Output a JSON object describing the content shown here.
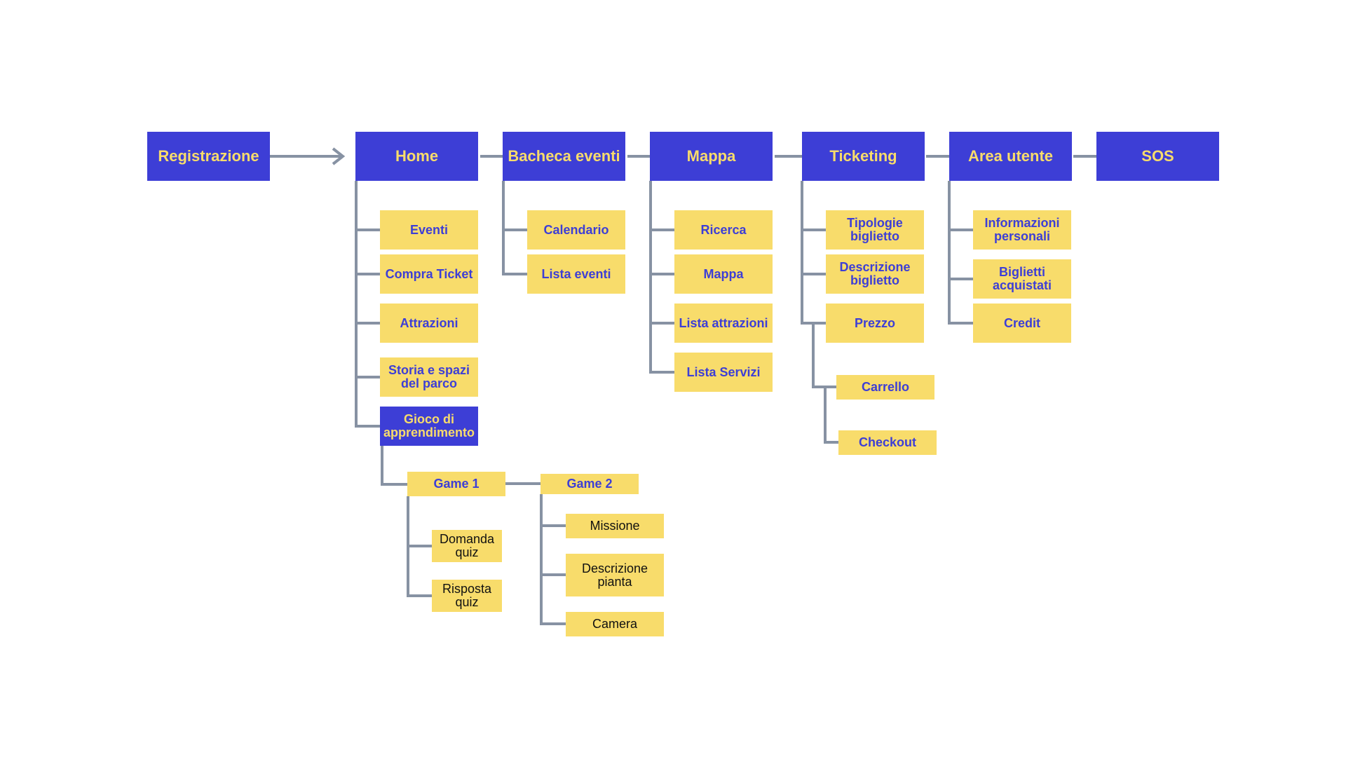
{
  "colors": {
    "primary": "#3d3ed6",
    "accent": "#f8dc6b",
    "connector": "#8792a3"
  },
  "nodes": {
    "registrazione": "Registrazione",
    "home": "Home",
    "bacheca": "Bacheca eventi",
    "mappa": "Mappa",
    "ticketing": "Ticketing",
    "area_utente": "Area utente",
    "sos": "SOS",
    "eventi": "Eventi",
    "compra_ticket": "Compra Ticket",
    "attrazioni": "Attrazioni",
    "storia": "Storia e spazi del parco",
    "gioco": "Gioco di apprendimento",
    "game1": "Game 1",
    "game2": "Game 2",
    "domanda_quiz": "Domanda quiz",
    "risposta_quiz": "Risposta quiz",
    "missione": "Missione",
    "descrizione_pianta": "Descrizione pianta",
    "camera": "Camera",
    "calendario": "Calendario",
    "lista_eventi": "Lista eventi",
    "ricerca": "Ricerca",
    "mappa_sub": "Mappa",
    "lista_attrazioni": "Lista attrazioni",
    "lista_servizi": "Lista Servizi",
    "tipologie_biglietto": "Tipologie biglietto",
    "descrizione_biglietto": "Descrizione biglietto",
    "prezzo": "Prezzo",
    "carrello": "Carrello",
    "checkout": "Checkout",
    "informazioni_personali": "Informazioni personali",
    "biglietti_acquistati": "Biglietti acquistati",
    "credit": "Credit"
  }
}
